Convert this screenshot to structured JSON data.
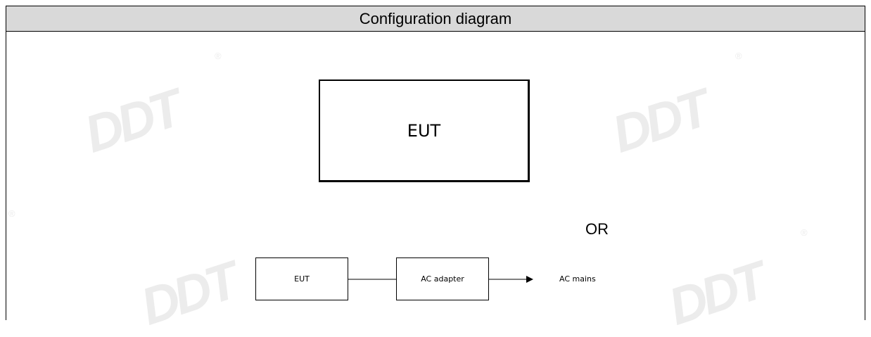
{
  "header": {
    "title": "Configuration diagram"
  },
  "diagram": {
    "option_1": {
      "eut_label": "EUT"
    },
    "separator": "OR",
    "option_2": {
      "eut_label": "EUT",
      "adapter_label": "AC adapter",
      "mains_label": "AC mains"
    }
  },
  "watermark": {
    "logo": "DDT",
    "registered": "®"
  }
}
